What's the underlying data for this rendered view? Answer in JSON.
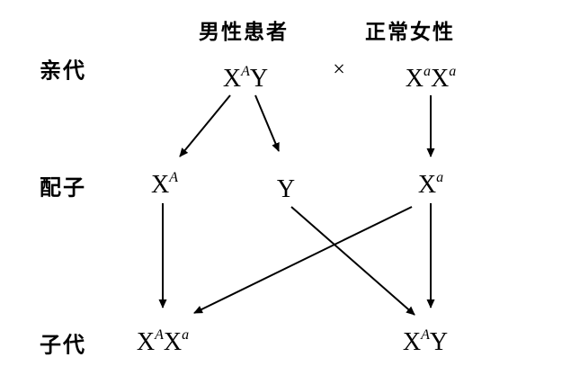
{
  "diagram": {
    "top_labels": {
      "male_patient": "男性患者",
      "normal_female": "正常女性"
    },
    "row_labels": {
      "parental": "亲代",
      "gametes": "配子",
      "offspring": "子代"
    },
    "cross_symbol": "×",
    "genotypes": {
      "parent_male": {
        "b1": "X",
        "s1": "A",
        "b2": "Y"
      },
      "parent_female": {
        "b1": "X",
        "s1": "a",
        "b2": "X",
        "s2": "a"
      },
      "gamete_xA": {
        "b1": "X",
        "s1": "A"
      },
      "gamete_y": {
        "b1": "Y"
      },
      "gamete_xa": {
        "b1": "X",
        "s1": "a"
      },
      "offspring_female": {
        "b1": "X",
        "s1": "A",
        "b2": "X",
        "s2": "a"
      },
      "offspring_male": {
        "b1": "X",
        "s1": "A",
        "b2": "Y"
      }
    },
    "colors": {
      "ink": "#000000",
      "background": "#ffffff"
    }
  }
}
